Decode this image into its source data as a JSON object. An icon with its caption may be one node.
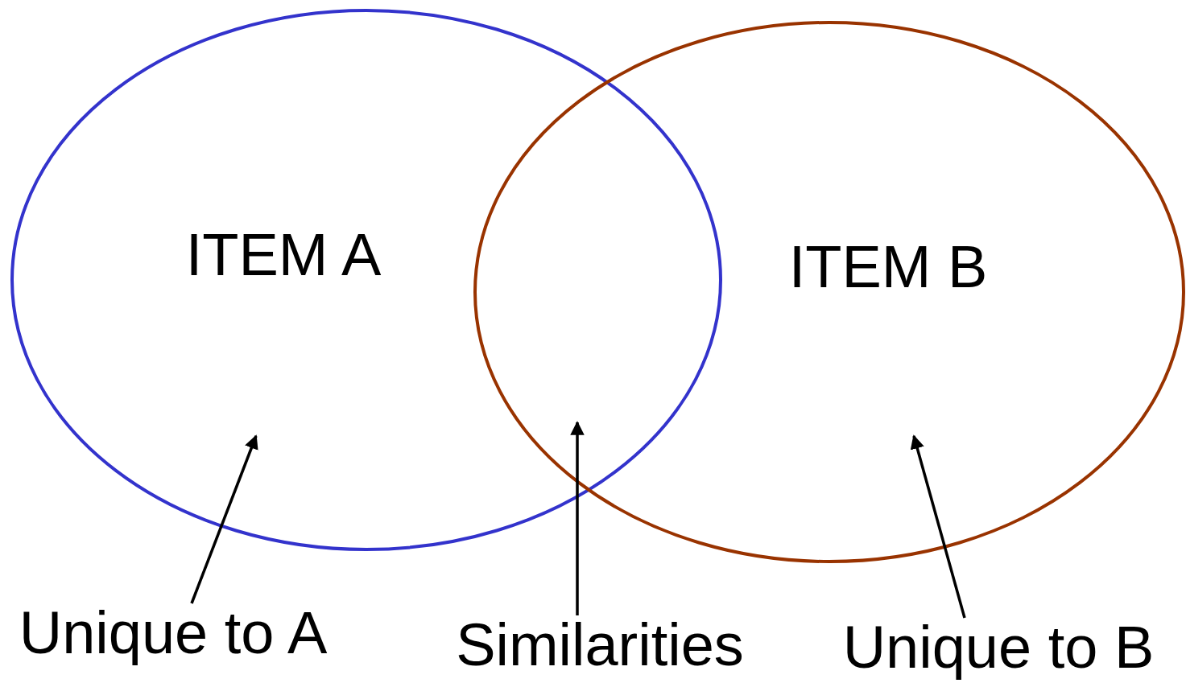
{
  "diagram": {
    "nodes": [
      {
        "text": [
          "ITEM A"
        ]
      },
      {
        "text": [
          "ITEM B"
        ]
      },
      {
        "text": [
          "Unique to A"
        ]
      },
      {
        "text": [
          "Similarities"
        ]
      },
      {
        "text": [
          "Unique to B"
        ]
      }
    ],
    "edges": [
      {
        "from": 2,
        "to": 0,
        "arrow": "to"
      },
      {
        "from": 3,
        "to": 0,
        "arrow": "to"
      },
      {
        "from": 4,
        "to": 1,
        "arrow": "to"
      }
    ]
  }
}
